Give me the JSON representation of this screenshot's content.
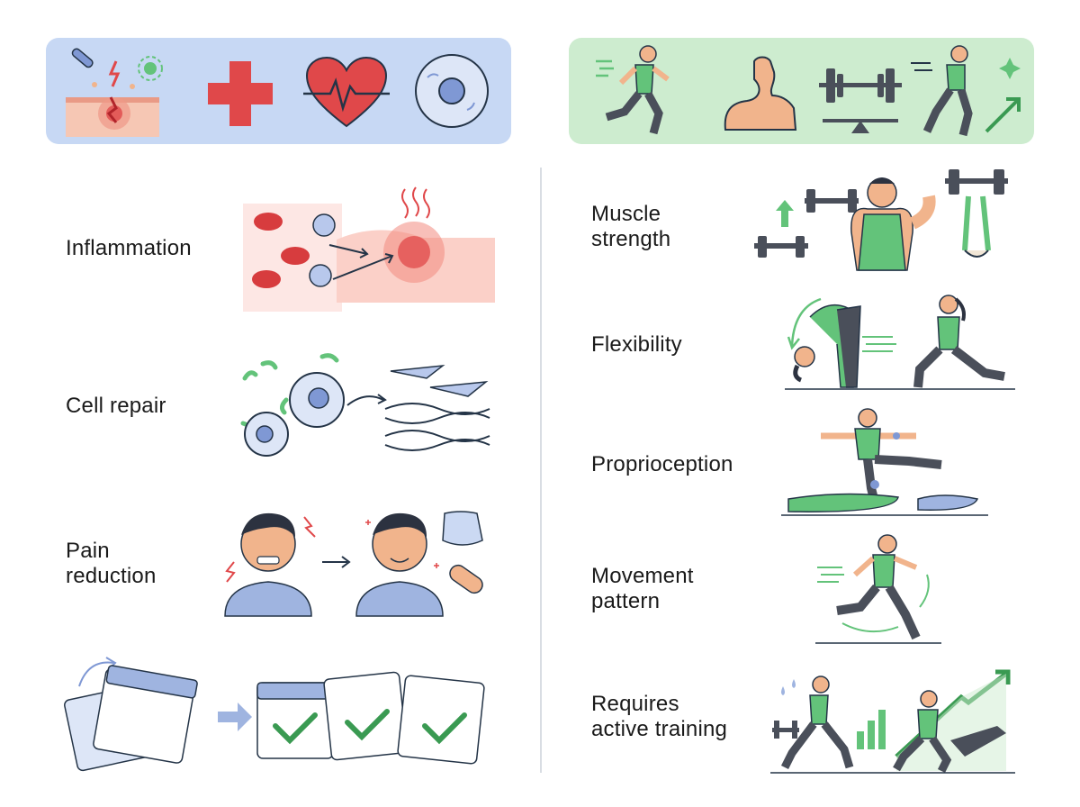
{
  "colors": {
    "left_banner": "#c7d8f4",
    "right_banner": "#cdeccf",
    "accent_red": "#e0484a",
    "accent_blue": "#7f98d4",
    "accent_green": "#63c37a",
    "skin": "#f1b48c",
    "outline": "#243447"
  },
  "left_banner_icons": [
    "skin-injury-icon",
    "medical-cross-icon",
    "heart-pulse-icon",
    "cell-icon"
  ],
  "right_banner_icons": [
    "runner-icon",
    "flexed-arm-icon",
    "barbell-balance-icon",
    "sprinter-progress-icon"
  ],
  "left_items": [
    {
      "label": "Inflammation",
      "icon": "inflammation-illustration"
    },
    {
      "label": "Cell repair",
      "icon": "cell-repair-illustration"
    },
    {
      "label": "Pain\nreduction",
      "icon": "pain-reduction-illustration"
    }
  ],
  "left_footer_icon": "calendar-progress-illustration",
  "right_items": [
    {
      "label": "Muscle\nstrength",
      "icon": "muscle-strength-illustration"
    },
    {
      "label": "Flexibility",
      "icon": "flexibility-illustration"
    },
    {
      "label": "Proprioception",
      "icon": "proprioception-illustration"
    },
    {
      "label": "Movement\npattern",
      "icon": "movement-pattern-illustration"
    },
    {
      "label": "Requires\nactive training",
      "icon": "active-training-illustration"
    }
  ]
}
